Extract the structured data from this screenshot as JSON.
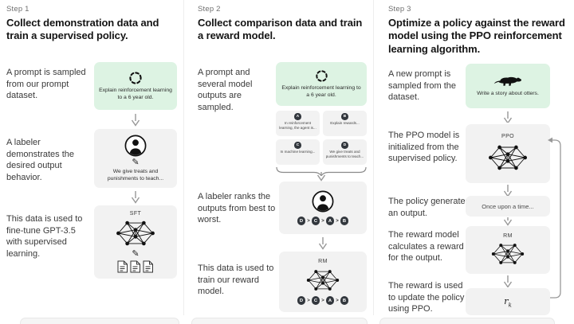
{
  "colors": {
    "green_box": "#ddf3e3",
    "gray_box": "#f2f2f2",
    "chip": "#32373d",
    "arrow": "#979797",
    "divider": "#ededed"
  },
  "step1": {
    "label": "Step 1",
    "title": "Collect demonstration data and train a supervised policy.",
    "caption_prompt": "A prompt is sampled from our prompt dataset.",
    "caption_labeler": "A labeler demonstrates the desired output behavior.",
    "caption_finetune": "This data is used to fine-tune GPT-3.5 with supervised learning.",
    "prompt_box_text": "Explain reinforcement learning to a 6 year old.",
    "labeler_box_text": "We give treats and punishments to teach...",
    "sft_label": "SFT"
  },
  "step2": {
    "label": "Step 2",
    "title": "Collect comparison data and train a reward model.",
    "caption_prompt": "A prompt and several model outputs are sampled.",
    "caption_rank": "A labeler ranks the outputs from best to worst.",
    "caption_train": "This data is used to train our reward model.",
    "prompt_box_text": "Explain reinforcement learning to a 6 year old.",
    "outputs": [
      {
        "letter": "A",
        "text": "In reinforcement learning, the agent is..."
      },
      {
        "letter": "B",
        "text": "Explain rewards..."
      },
      {
        "letter": "C",
        "text": "In machine learning..."
      },
      {
        "letter": "D",
        "text": "We give treats and punishments to teach..."
      }
    ],
    "ranking": [
      "D",
      "C",
      "A",
      "B"
    ],
    "ranking_separator": ">",
    "rm_label": "RM"
  },
  "step3": {
    "label": "Step 3",
    "title": "Optimize a policy against the reward model using the PPO reinforcement learning algorithm.",
    "caption_prompt": "A new prompt is sampled from the dataset.",
    "caption_init": "The PPO model is initialized from the supervised policy.",
    "caption_output": "The policy generates an output.",
    "caption_reward": "The reward model calculates a reward for the output.",
    "caption_update": "The reward is used to update the policy using PPO.",
    "prompt_box_text": "Write a story about otters.",
    "ppo_label": "PPO",
    "output_box_text": "Once upon a time...",
    "rm_label": "RM",
    "reward_symbol_base": "r",
    "reward_symbol_sub": "k"
  }
}
